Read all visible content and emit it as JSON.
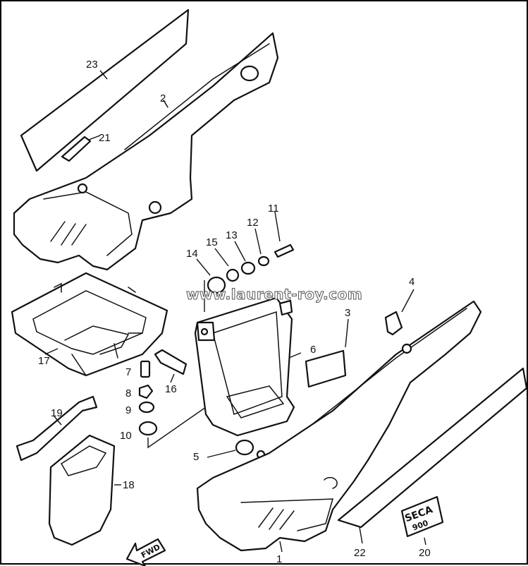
{
  "callouts": {
    "c1": "1",
    "c2": "2",
    "c3": "3",
    "c4": "4",
    "c5": "5",
    "c6": "6",
    "c7": "7",
    "c8": "8",
    "c9": "9",
    "c10": "10",
    "c11": "11",
    "c12": "12",
    "c13": "13",
    "c14": "14",
    "c15": "15",
    "c16": "16",
    "c17": "17",
    "c18": "18",
    "c19": "19",
    "c20": "20",
    "c21": "21",
    "c22": "22",
    "c23": "23"
  },
  "watermark": "www.laurent-roy.com",
  "fwd_label": "FWD",
  "badge": {
    "line1": "SECA",
    "line2": "900"
  },
  "colors": {
    "line": "#111111",
    "background": "#ffffff"
  }
}
